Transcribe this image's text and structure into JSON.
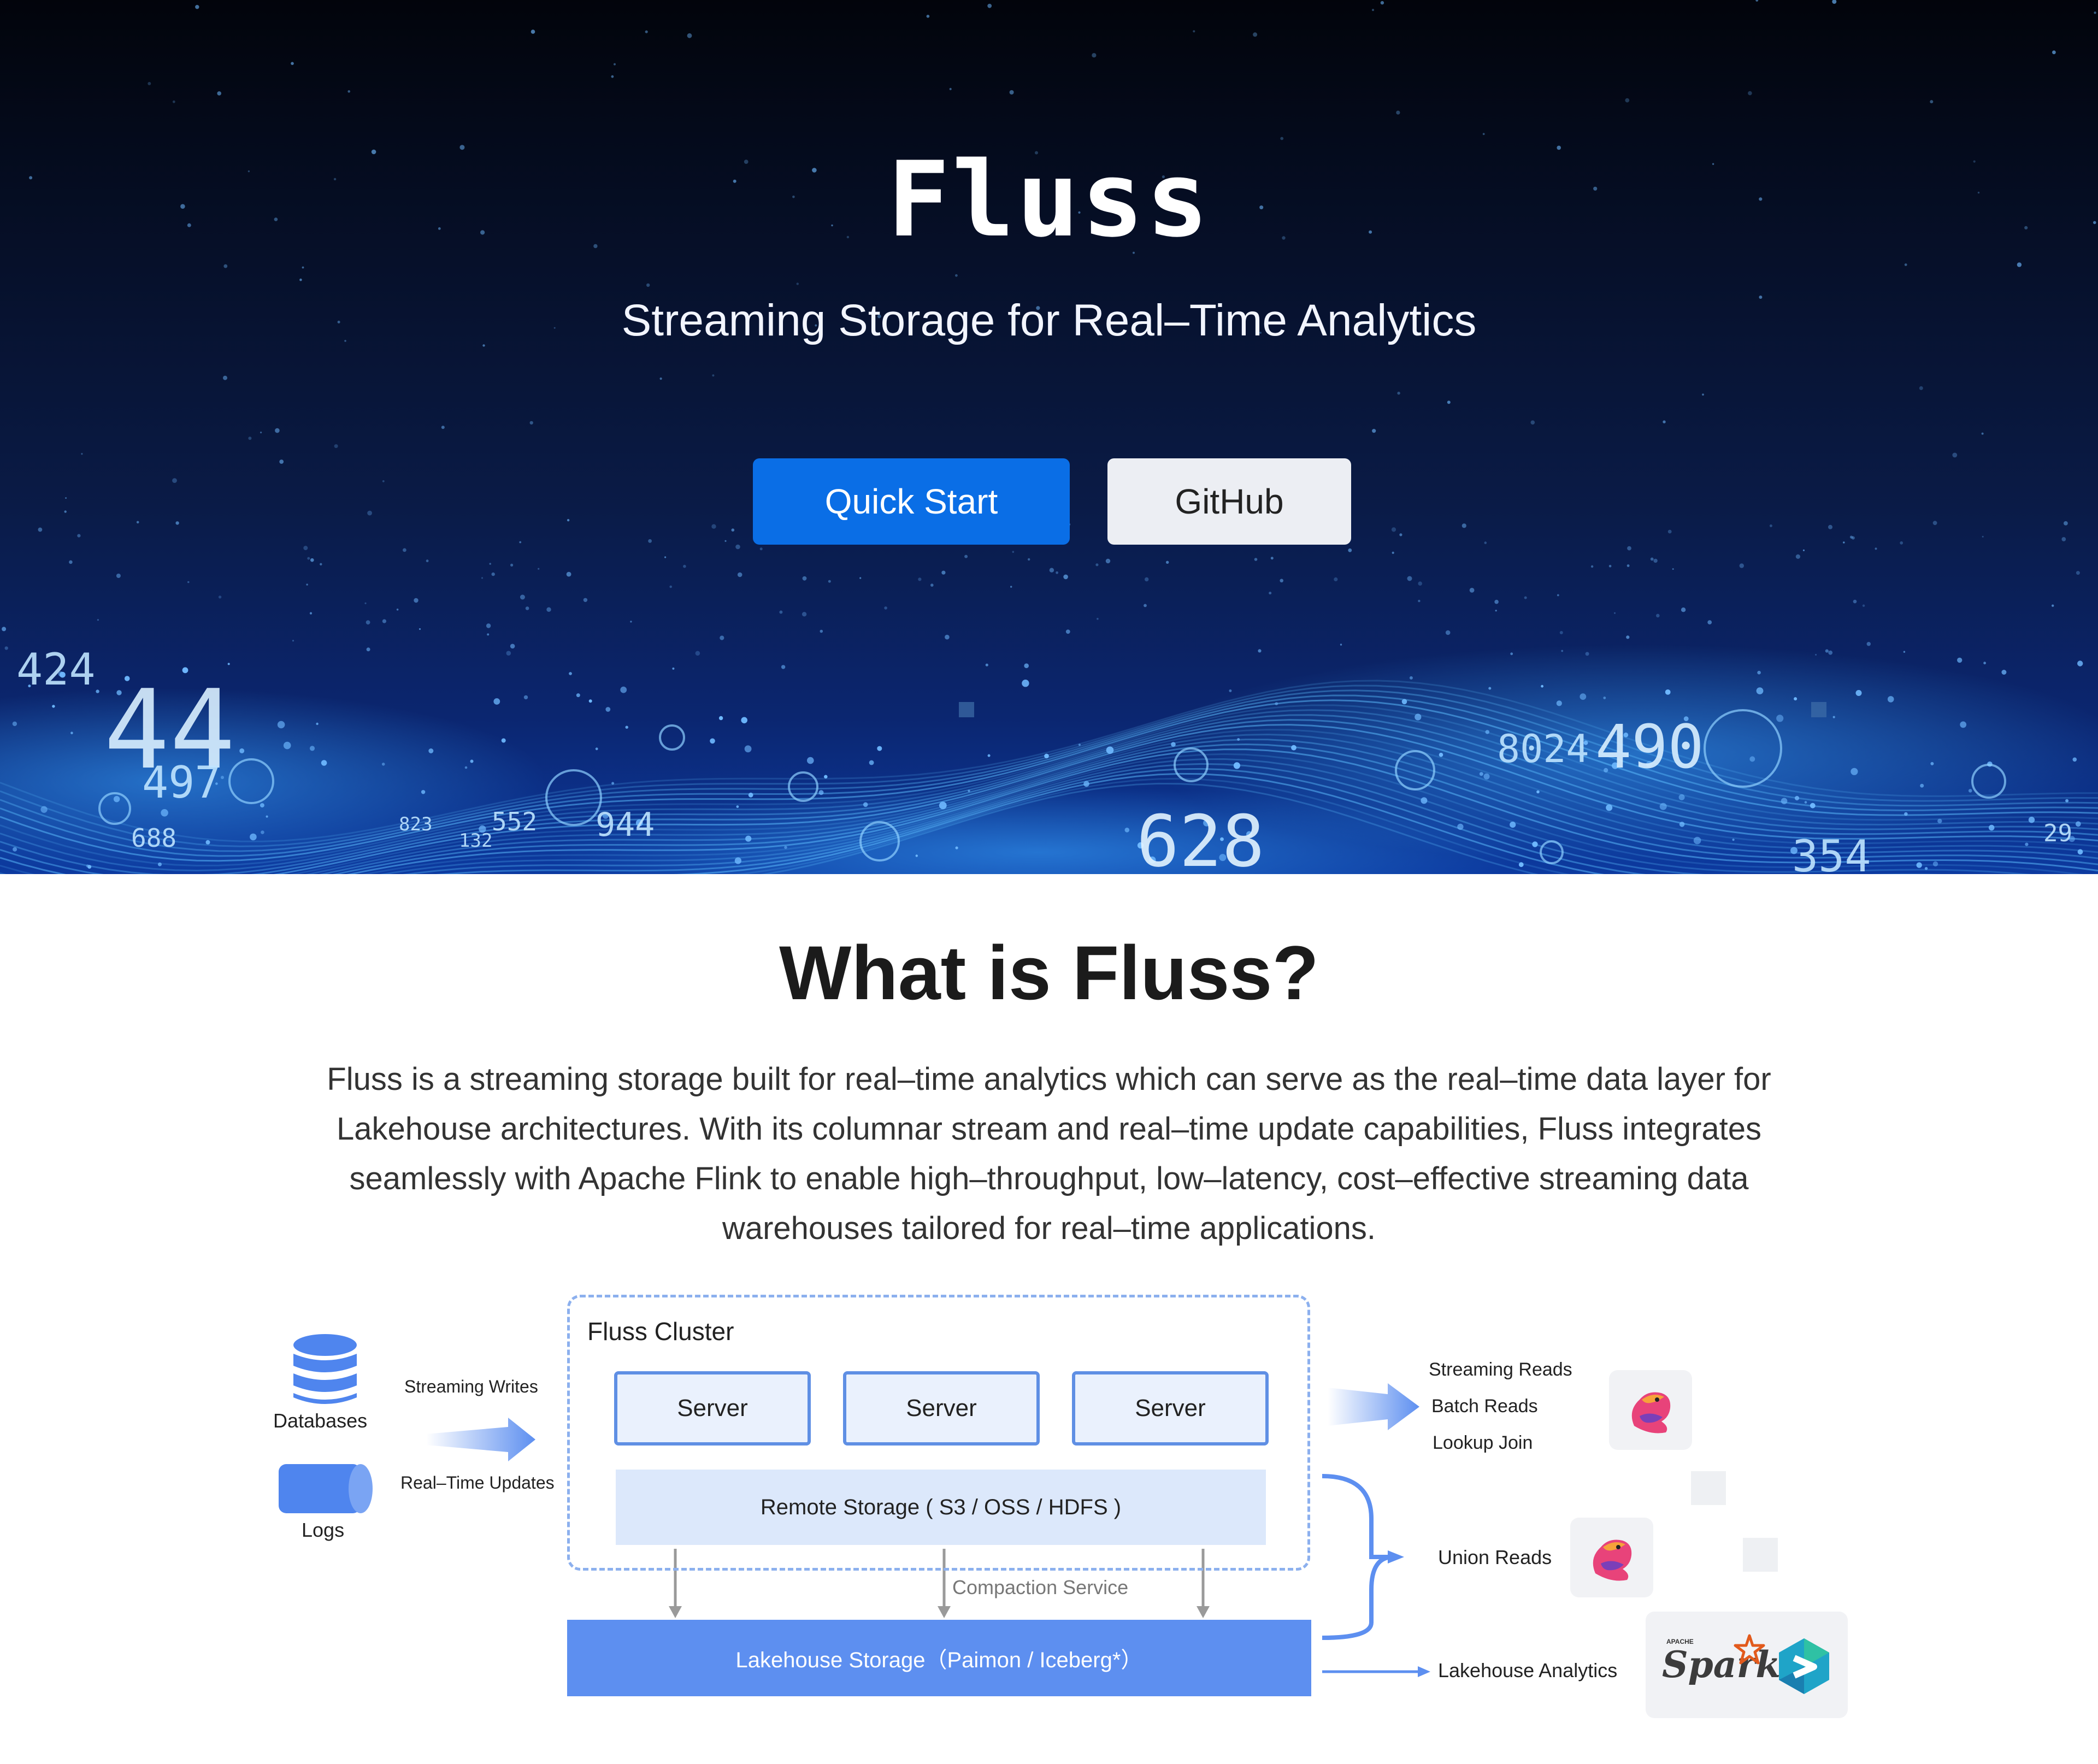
{
  "hero": {
    "title": "Fluss",
    "subtitle": "Streaming Storage for Real–Time Analytics",
    "primary_button": "Quick Start",
    "secondary_button": "GitHub",
    "bg_numbers": [
      "424",
      "44",
      "497",
      "688",
      "823",
      "132",
      "552",
      "944",
      "628",
      "8024",
      "490",
      "354",
      "29"
    ]
  },
  "about": {
    "title": "What is Fluss?",
    "description": "Fluss is a streaming storage built for real–time analytics which can serve as the real–time data layer for Lakehouse architectures. With its columnar stream and real–time update capabilities, Fluss integrates seamlessly with Apache Flink to enable high–throughput, low–latency, cost–effective streaming data warehouses tailored for real–time applications."
  },
  "diagram": {
    "sources": {
      "databases": "Databases",
      "logs": "Logs"
    },
    "writes": {
      "streaming": "Streaming Writes",
      "updates": "Real–Time Updates"
    },
    "cluster_label": "Fluss Cluster",
    "servers": [
      "Server",
      "Server",
      "Server"
    ],
    "remote_storage": "Remote Storage ( S3 / OSS / HDFS )",
    "compaction": "Compaction Service",
    "lakehouse_storage": "Lakehouse Storage（Paimon / Iceberg*）",
    "reads": {
      "streaming": "Streaming Reads",
      "batch": "Batch Reads",
      "lookup": "Lookup Join"
    },
    "union_reads": "Union Reads",
    "lakehouse_analytics": "Lakehouse Analytics",
    "spark_small": "APACHE",
    "spark": "Spark",
    "icons": [
      "database-icon",
      "logs-icon",
      "flink-icon",
      "spark-icon",
      "starrocks-icon"
    ],
    "colors": {
      "accent": "#5d8ff0",
      "border": "#5f8fe4",
      "light": "#dce8fb"
    }
  }
}
